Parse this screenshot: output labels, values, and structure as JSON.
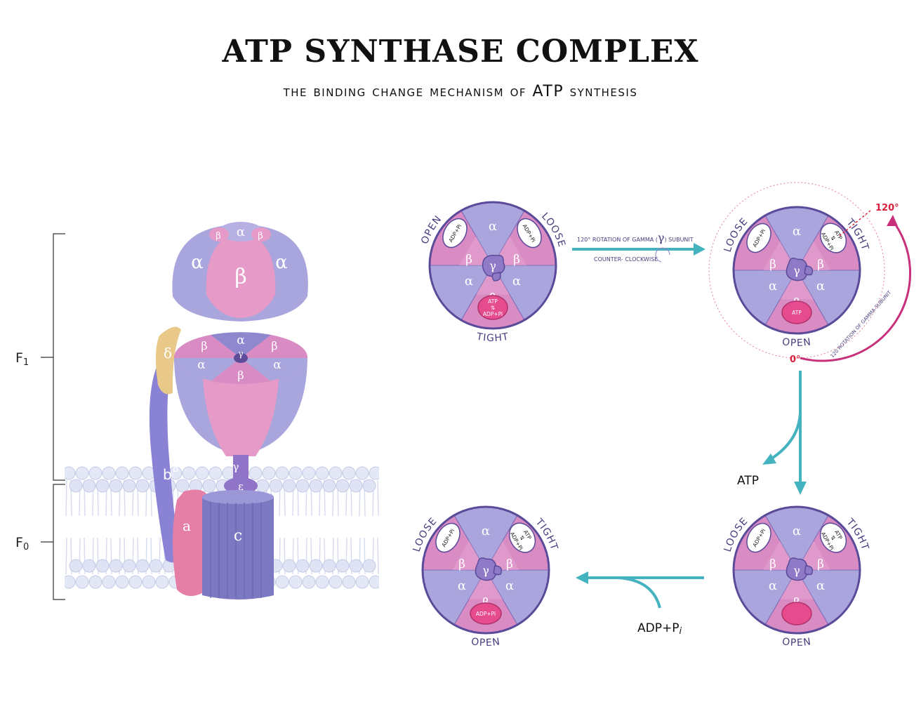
{
  "title": "ATP SYNTHASE COMPLEX",
  "subtitle": "the binding change mechanism of ATP synthesis",
  "colors": {
    "alpha": "#aaa5dc",
    "beta": "#d98bc3",
    "magenta": "#e64b8d",
    "teal": "#45b3bf",
    "navy": "#4a3d7f",
    "red": "#d91f3e",
    "tan": "#e8c98a"
  },
  "complex": {
    "f1_label": "F",
    "f1_sub": "1",
    "f0_label": "F",
    "f0_sub": "0",
    "alpha": "α",
    "beta": "β",
    "gamma": "γ",
    "delta": "δ",
    "epsilon": "ε",
    "b": "b",
    "b_sup": "b",
    "a": "a",
    "c": "c"
  },
  "mechanism": {
    "wheel1": {
      "top_left": "OPEN",
      "top_right": "LOOSE",
      "bottom": "TIGHT",
      "bubble_tl": "ADP+Pi",
      "bubble_tr": "ADP+Pi",
      "bubble_b_top": "ATP",
      "bubble_b_mid": "⇅",
      "bubble_b_bot": "ADP+Pi"
    },
    "wheel2": {
      "top_left": "LOOSE",
      "top_right": "TIGHT",
      "bottom": "OPEN",
      "bubble_tl": "ADP+Pi",
      "bubble_tr_top": "ATP",
      "bubble_tr_mid": "⇅",
      "bubble_tr_bot": "ADP+Pi",
      "bubble_b": "ATP"
    },
    "wheel3": {
      "top_left": "LOOSE",
      "top_right": "TIGHT",
      "bottom": "OPEN",
      "bubble_tl": "ADP+Pi",
      "bubble_tr_top": "ATP",
      "bubble_tr_mid": "⇅",
      "bubble_tr_bot": "ADP+Pi"
    },
    "wheel4": {
      "top_left": "LOOSE",
      "top_right": "TIGHT",
      "bottom": "OPEN",
      "bubble_tl": "ADP+Pi",
      "bubble_tr_top": "ATP",
      "bubble_tr_mid": "⇅",
      "bubble_tr_bot": "ADP+Pi",
      "bubble_b": "ADP+Pi"
    },
    "arrow1_top": "120° ROTATION OF GAMMA (",
    "arrow1_gamma": "γ",
    "arrow1_end": ") SUBUNIT",
    "arrow1_bottom": "COUNTER- CLOCKWISE",
    "angle_120": "120°",
    "angle_0": "0°",
    "rotation_caption": "120 ROTATION OF GAMMA SUBUNIT",
    "atp_out": "ATP",
    "adp_in": "ADP+P",
    "adp_in_sub": "i"
  }
}
